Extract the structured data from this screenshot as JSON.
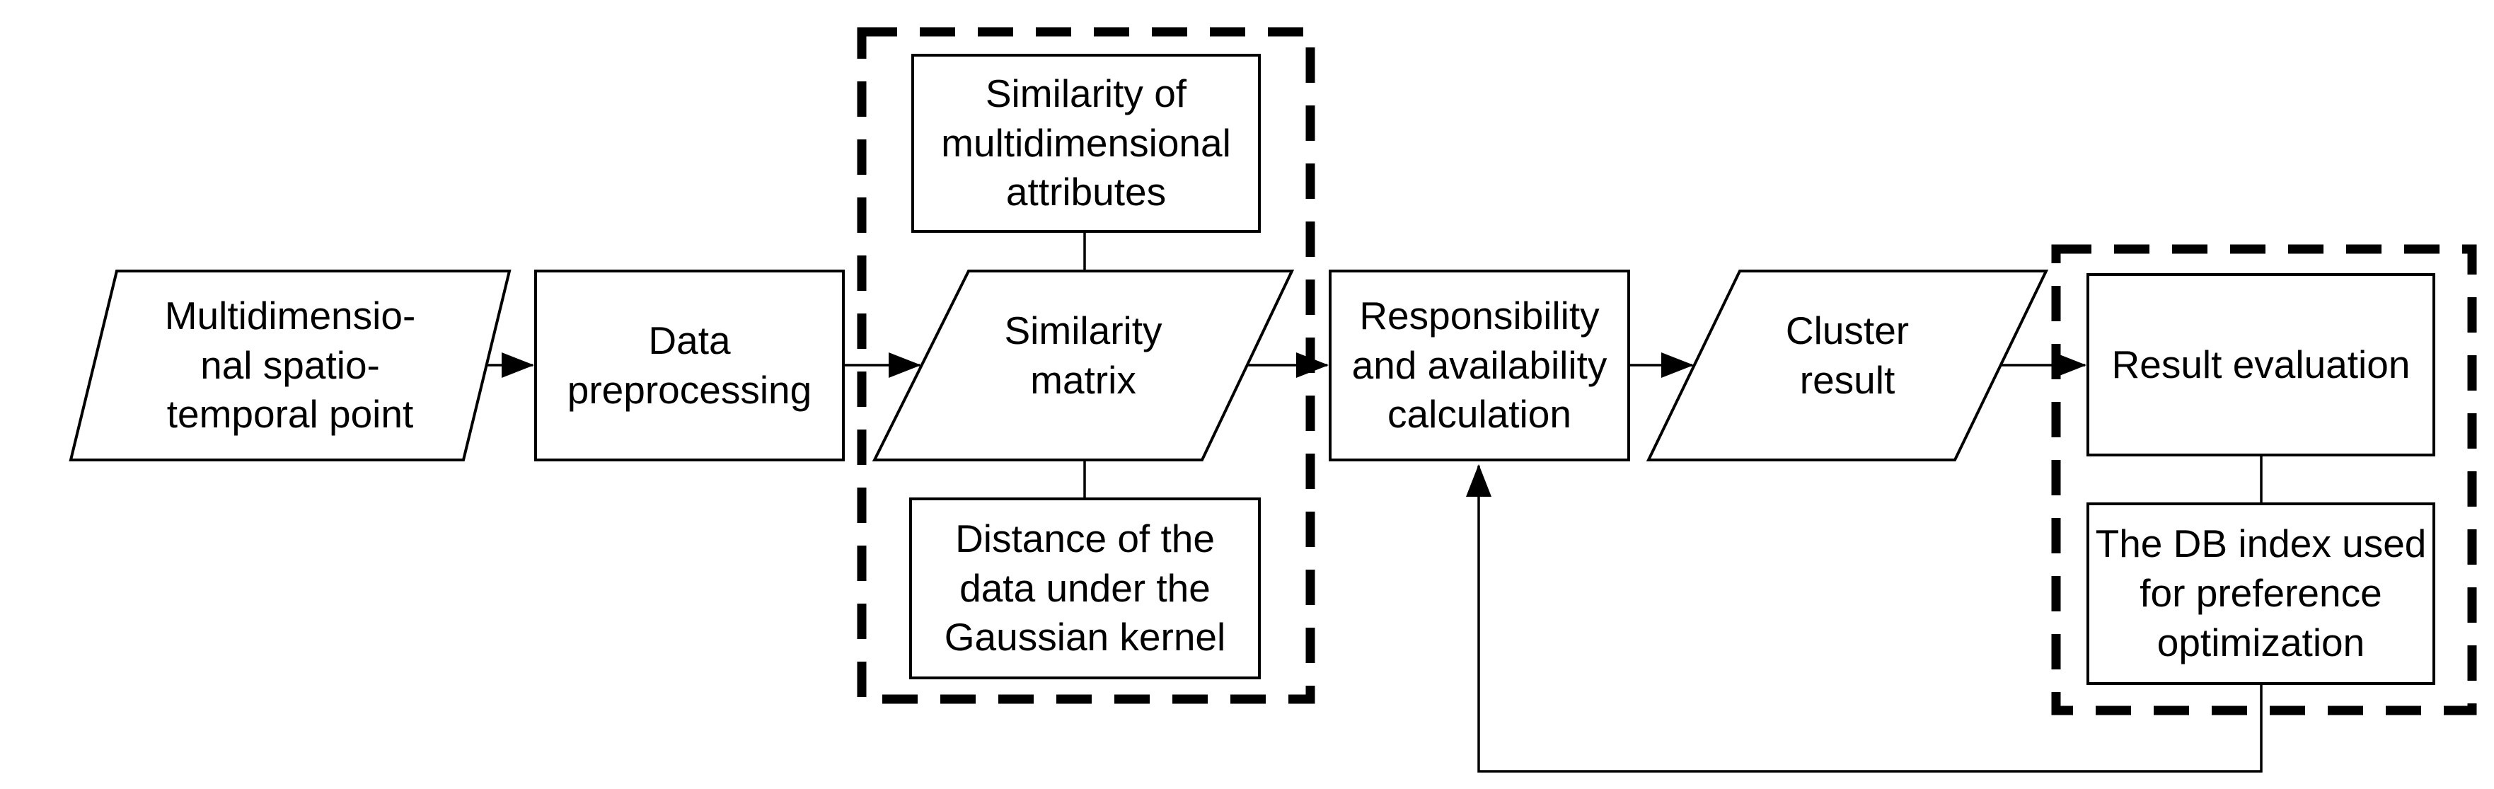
{
  "colors": {
    "ink": "#000000",
    "background": "#ffffff"
  },
  "nodes": {
    "input": {
      "shape": "parallelogram",
      "label": "Multidimensio-\nnal spatio-\ntemporal point"
    },
    "preprocess": {
      "shape": "rectangle",
      "label": "Data\npreprocessing"
    },
    "sim_attributes": {
      "shape": "rectangle",
      "label": "Similarity of\nmultidimensional\nattributes"
    },
    "sim_matrix": {
      "shape": "parallelogram",
      "label": "Similarity\nmatrix"
    },
    "distance": {
      "shape": "rectangle",
      "label": "Distance of the\ndata under the\nGaussian kernel"
    },
    "responsibility": {
      "shape": "rectangle",
      "label": "Responsibility\nand availability\ncalculation"
    },
    "cluster": {
      "shape": "parallelogram",
      "label": "Cluster\nresult"
    },
    "evaluation": {
      "shape": "rectangle",
      "label": "Result evaluation"
    },
    "db_index": {
      "shape": "rectangle",
      "label": "The DB index used\nfor preference\noptimization"
    }
  },
  "groups": {
    "similarity_group": {
      "style": "dashed",
      "contains": [
        "sim_attributes",
        "sim_matrix",
        "distance"
      ]
    },
    "evaluation_group": {
      "style": "dashed",
      "contains": [
        "evaluation",
        "db_index"
      ]
    }
  },
  "edges": [
    {
      "from": "input",
      "to": "preprocess",
      "type": "arrow"
    },
    {
      "from": "preprocess",
      "to": "sim_matrix",
      "type": "arrow"
    },
    {
      "from": "sim_attributes",
      "to": "sim_matrix",
      "type": "line"
    },
    {
      "from": "sim_matrix",
      "to": "distance",
      "type": "line"
    },
    {
      "from": "sim_matrix",
      "to": "responsibility",
      "type": "arrow"
    },
    {
      "from": "responsibility",
      "to": "cluster",
      "type": "arrow"
    },
    {
      "from": "cluster",
      "to": "evaluation",
      "type": "arrow"
    },
    {
      "from": "evaluation",
      "to": "db_index",
      "type": "line"
    },
    {
      "from": "db_index",
      "to": "responsibility",
      "type": "feedback-arrow"
    }
  ]
}
